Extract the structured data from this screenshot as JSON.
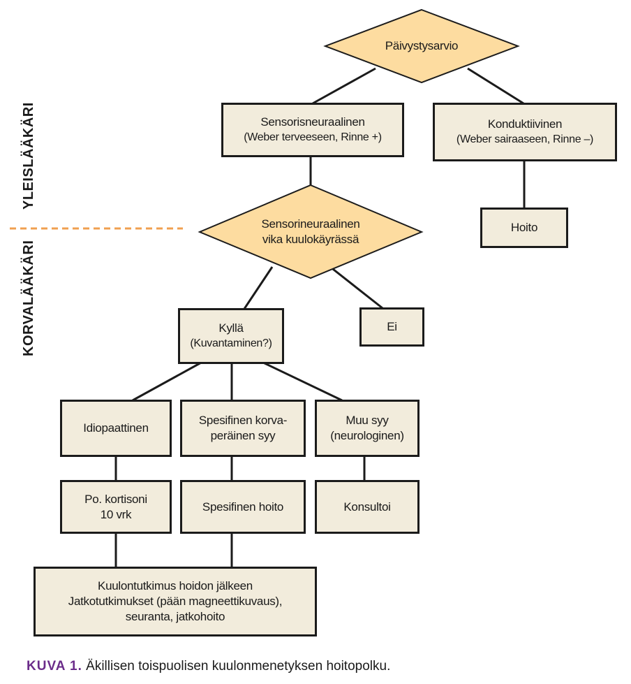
{
  "side_labels": {
    "upper": "YLEISLÄÄKÄRI",
    "lower": "KORVALÄÄKÄRI"
  },
  "nodes": {
    "paivystysarvio": "Päivystysarvio",
    "sensorisneuraalinen": {
      "line1": "Sensorisneuraalinen",
      "line2": "(Weber terveeseen, Rinne +)"
    },
    "konduktiivinen": {
      "line1": "Konduktiivinen",
      "line2": "(Weber sairaaseen, Rinne –)"
    },
    "hoito": "Hoito",
    "vika": {
      "line1": "Sensorineuraalinen",
      "line2": "vika kuulokäyrässä"
    },
    "kylla": {
      "line1": "Kyllä",
      "line2": "(Kuvantaminen?)"
    },
    "ei": "Ei",
    "idiopaattinen": "Idiopaattinen",
    "spesifinen_syy": {
      "line1": "Spesifinen korva-",
      "line2": "peräinen syy"
    },
    "muu_syy": {
      "line1": "Muu syy",
      "line2": "(neurologinen)"
    },
    "kortisoni": {
      "line1": "Po. kortisoni",
      "line2": "10 vrk"
    },
    "spesifinen_hoito": "Spesifinen hoito",
    "konsultoi": "Konsultoi",
    "kuulontutkimus": {
      "line1": "Kuulontutkimus hoidon jälkeen",
      "line2": "Jatkotutkimukset (pään magneettikuvaus),",
      "line3": "seuranta, jatkohoito"
    }
  },
  "caption": {
    "label": "KUVA 1.",
    "text": "Äkillisen toispuolisen kuulonmenetyksen hoitopolku."
  },
  "colors": {
    "box_fill": "#f2ecdc",
    "diamond_fill": "#fddca0",
    "stroke": "#1b1b1b",
    "divider": "#f0a050",
    "caption_label": "#6b2c8a"
  }
}
